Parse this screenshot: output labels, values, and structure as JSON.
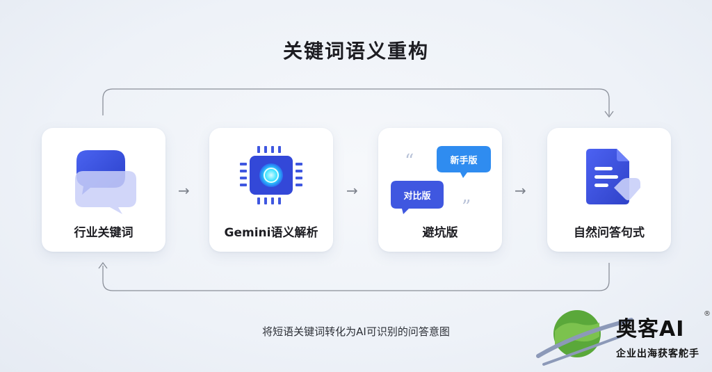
{
  "title": "关键词语义重构",
  "steps": [
    {
      "label": "行业关键词",
      "icon": "chat-bubbles-icon"
    },
    {
      "label": "Gemini语义解析",
      "icon": "chip-icon"
    },
    {
      "label": "避坑版",
      "icon": "comparison-bubbles-icon",
      "bubbles": {
        "new": "新手版",
        "compare": "对比版"
      }
    },
    {
      "label": "自然问答句式",
      "icon": "document-icon"
    }
  ],
  "arrow_symbol": "→",
  "caption": "将短语关键词转化为AI可识别的问答意图",
  "watermark": {
    "brand": "奥客AI",
    "registered": "®",
    "slogan": "企业出海获客舵手"
  },
  "colors": {
    "primary_blue": "#3f57e0",
    "light_blue": "#2f8cf0",
    "accent_cyan": "#2ae0ff",
    "green": "#5aa83a"
  }
}
